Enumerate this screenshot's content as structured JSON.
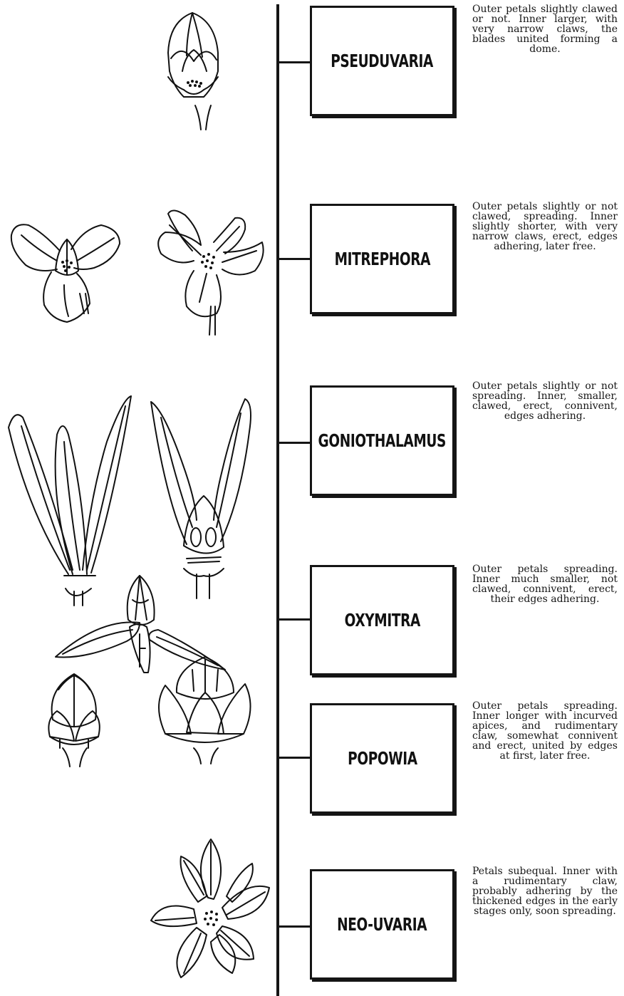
{
  "genera": [
    {
      "name": "PSEUDUVARIA",
      "description": "Outer petals slightly clawed or not. Inner larger, with very nar­row claws, the blades united forming a dome."
    },
    {
      "name": "MITREPHORA",
      "description": "Outer petals slightly or not clawed, spread­ing. Inner slightly shorter, with very nar­row claws, erect, edges adhering, later free."
    },
    {
      "name": "GONIOTHALAMUS",
      "description": "Outer petals slightly or not spreading. Inner, smaller, claw­ed, erect, connivent, edges adhering."
    },
    {
      "name": "OXYMITRA",
      "description": "Outer petals spread­ing. Inner much smaller, not clawed, connivent, erect, their edges adhering."
    },
    {
      "name": "POPOWIA",
      "description": "Outer petals spread­ing. Inner longer with incurved apices, and rudimentary claw, somewhat connivent and erect, united by edges at first, later free."
    },
    {
      "name": "NEO-UVARIA",
      "description": "Petals subequal. Inner with a rudimentary claw, probably adher­ing by the thickened edges in the early stages only, soon spreading."
    }
  ]
}
